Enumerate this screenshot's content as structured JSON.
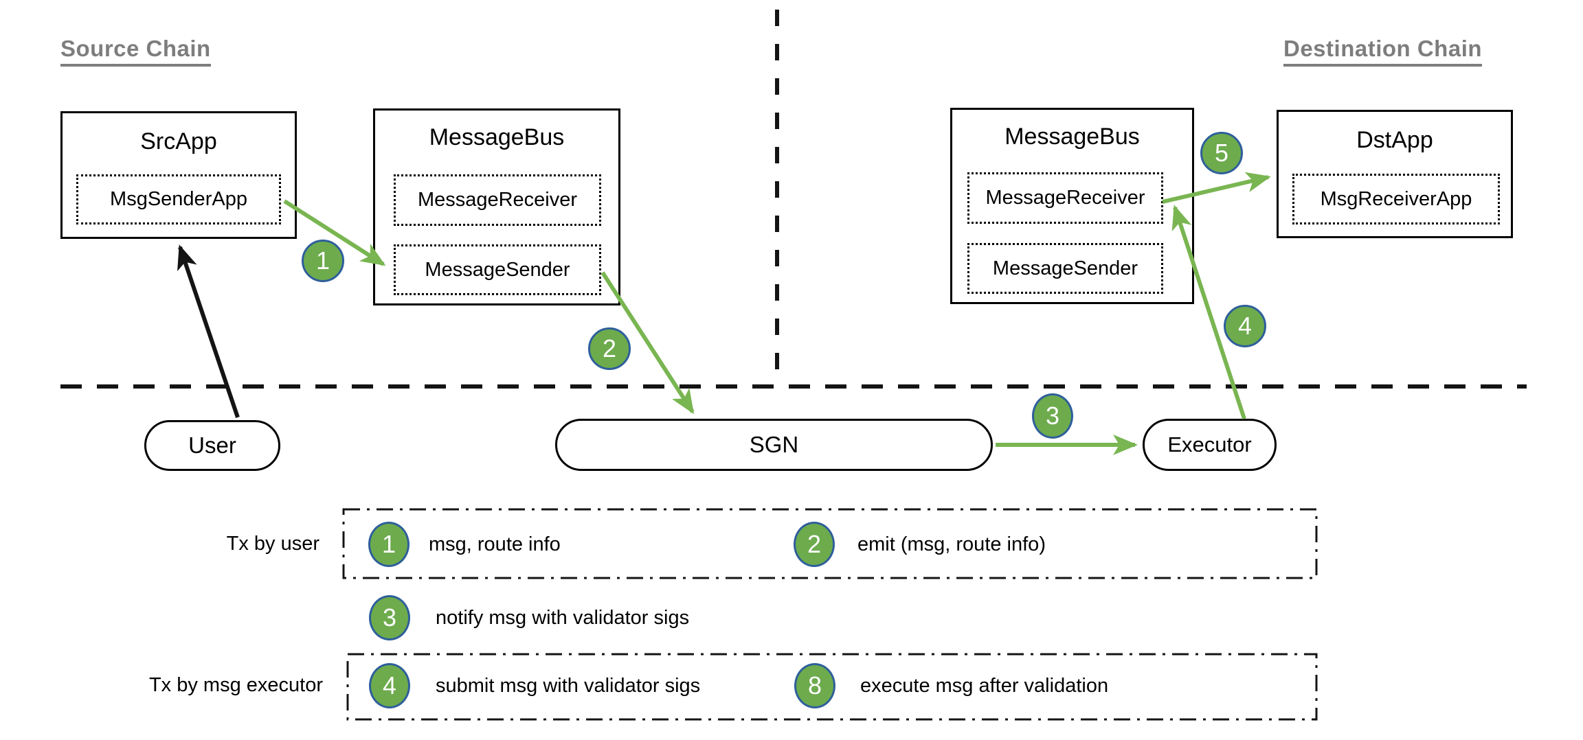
{
  "diagram": {
    "source_chain_title": "Source Chain",
    "destination_chain_title": "Destination Chain",
    "src_app": {
      "title": "SrcApp",
      "inner": "MsgSenderApp"
    },
    "message_bus_src": {
      "title": "MessageBus",
      "receiver": "MessageReceiver",
      "sender": "MessageSender"
    },
    "message_bus_dst": {
      "title": "MessageBus",
      "receiver": "MessageReceiver",
      "sender": "MessageSender"
    },
    "dst_app": {
      "title": "DstApp",
      "inner": "MsgReceiverApp"
    },
    "user_pill": "User",
    "sgn_pill": "SGN",
    "executor_pill": "Executor",
    "steps": {
      "s1": "1",
      "s2": "2",
      "s3": "3",
      "s4": "4",
      "s5": "5"
    }
  },
  "legend": {
    "row_user": {
      "label": "Tx by user",
      "items": [
        {
          "num": "1",
          "text": "msg, route info"
        },
        {
          "num": "2",
          "text": "emit (msg, route info)"
        }
      ]
    },
    "row_middle": {
      "num": "3",
      "text": "notify msg with validator sigs"
    },
    "row_executor": {
      "label": "Tx by msg executor",
      "items": [
        {
          "num": "4",
          "text": "submit msg with validator sigs"
        },
        {
          "num": "8",
          "text": "execute msg after validation"
        }
      ]
    }
  },
  "colors": {
    "step_fill": "#6dab4d",
    "step_border": "#2e5f9b",
    "arrow_green": "#79b551",
    "heading_gray": "#7d7d7d",
    "line_black": "#141414"
  }
}
